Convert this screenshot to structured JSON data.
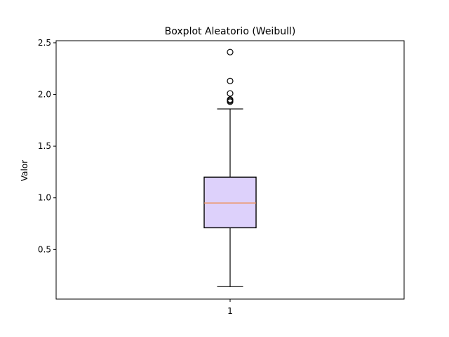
{
  "chart_data": {
    "type": "boxplot",
    "title": "Boxplot Aleatorio (Weibull)",
    "xlabel": "",
    "ylabel": "Valor",
    "categories": [
      "1"
    ],
    "ylim": [
      0.02,
      2.52
    ],
    "yticks": [
      0.5,
      1.0,
      1.5,
      2.0,
      2.5
    ],
    "ytick_labels": [
      "0.5",
      "1.0",
      "1.5",
      "2.0",
      "2.5"
    ],
    "grid": false,
    "boxes": [
      {
        "category": "1",
        "whisker_low": 0.14,
        "q1": 0.71,
        "median": 0.95,
        "q3": 1.2,
        "whisker_high": 1.86,
        "outliers": [
          1.93,
          1.94,
          1.95,
          2.01,
          2.13,
          2.41
        ]
      }
    ],
    "colors": {
      "box_fill": "#ddd1fb",
      "box_edge": "#000000",
      "median_line": "#f08a4b",
      "whisker": "#000000",
      "outlier_edge": "#000000"
    }
  }
}
